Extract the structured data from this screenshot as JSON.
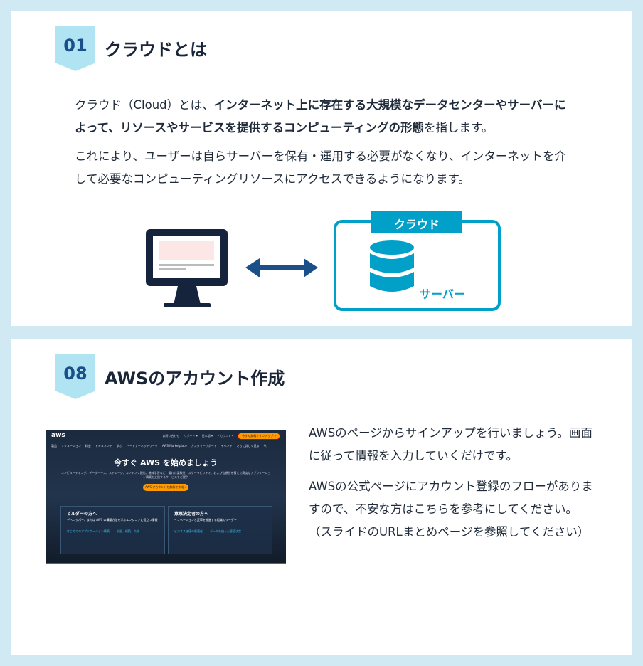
{
  "section1": {
    "number": "01",
    "title": "クラウドとは",
    "p1_a": "クラウド（Cloud）とは、",
    "p1_b": "インターネット上に存在する大規模なデータセンターやサーバーによって、リソースやサービスを提供するコンピューティングの形態",
    "p1_c": "を指します。",
    "p2": "これにより、ユーザーは自らサーバーを保有・運用する必要がなくなり、インターネットを介して必要なコンピューティングリソースにアクセスできるようになります。",
    "diagram": {
      "cloud_label": "クラウド",
      "server_label": "サーバー",
      "colors": {
        "cloud": "#00a0c8",
        "arrow": "#1a4f8a",
        "monitor": "#15233d"
      }
    }
  },
  "section2": {
    "number": "08",
    "title": "AWSのアカウント作成",
    "p1": "AWSのページからサインアップを行いましょう。画面に従って情報を入力していくだけです。",
    "p2": "AWSの公式ページにアカウント登録のフローがありますので、不安な方はこちらを参考にしてください。（スライドのURLまとめページを参照してください）",
    "screenshot": {
      "logo": "aws",
      "top_links": [
        "お問い合わせ",
        "サポート ▾",
        "日本語 ▾",
        "アカウント ▾"
      ],
      "signup": "今すぐ無料サインアップ »",
      "nav": [
        "製品",
        "ソリューション",
        "料金",
        "ドキュメント",
        "学ぶ",
        "パートナーネットワーク",
        "AWS Marketplace",
        "カスタマーサポート",
        "イベント",
        "さらに詳しく見る",
        "🔍"
      ],
      "hero": "今すぐ AWS を始めましょう",
      "hero_sub": "コンピューティング、データベース、ストレージ、コンテンツ配信、機械学習など、優れた柔軟性、スケーラビリティ、および信頼性を備えた高度なアプリケーション構築を支援するサービスをご提供",
      "cta": "AWS アカウントを無料で作成 »",
      "box1": {
        "title": "ビルダーの方へ",
        "sub": "デベロッパー、または AWS の構築方法を学ぶエンジニアに役立つ情報",
        "c1": "はじめてのアプリケーション構築",
        "c2": "学習、構築、交流"
      },
      "box2": {
        "title": "意思決定者の方へ",
        "sub": "イノベーションと変革を推進する組織のリーダー",
        "c1": "ビジネス価値の最適化",
        "c2": "データを使った意思決定"
      }
    }
  }
}
